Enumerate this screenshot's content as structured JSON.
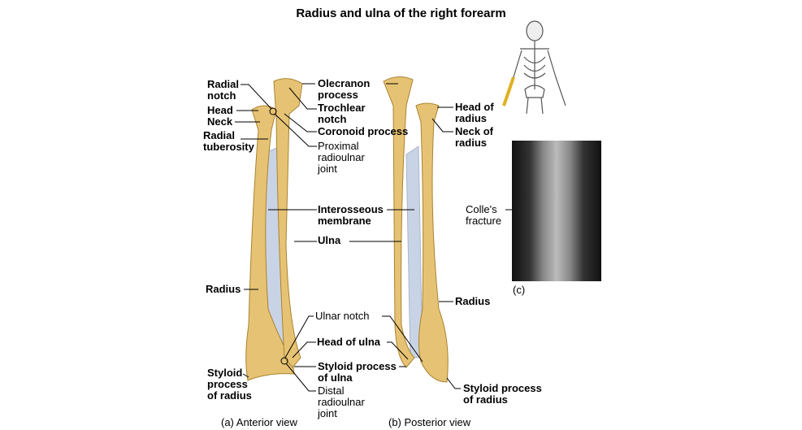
{
  "title": "Radius and ulna of the right forearm",
  "anterior": {
    "caption": "(a)  Anterior view",
    "radial_notch": "Radial\nnotch",
    "head": "Head",
    "neck": "Neck",
    "radial_tuberosity": "Radial\ntuberosity",
    "olecranon": "Olecranon\nprocess",
    "trochlear": "Trochlear\nnotch",
    "coronoid": "Coronoid process",
    "proximal_joint": "Proximal\nradioulnar\njoint",
    "interosseous": "Interosseous\nmembrane",
    "ulna": "Ulna",
    "radius": "Radius",
    "ulnar_notch": "Ulnar notch",
    "head_of_ulna": "Head of ulna",
    "styloid_ulna": "Styloid process\nof ulna",
    "distal_joint": "Distal\nradioulnar\njoint",
    "styloid_radius": "Styloid\nprocess\nof radius"
  },
  "posterior": {
    "caption": "(b)  Posterior view",
    "head_of_radius": "Head of\nradius",
    "neck_of_radius": "Neck of\nradius",
    "radius": "Radius",
    "styloid_radius": "Styloid process\nof radius"
  },
  "xray": {
    "label": "Colle's\nfracture",
    "caption": "(c)"
  },
  "colors": {
    "bone": "#e6c374",
    "bone_edge": "#a9822f",
    "membrane": "#c9d3e6"
  }
}
